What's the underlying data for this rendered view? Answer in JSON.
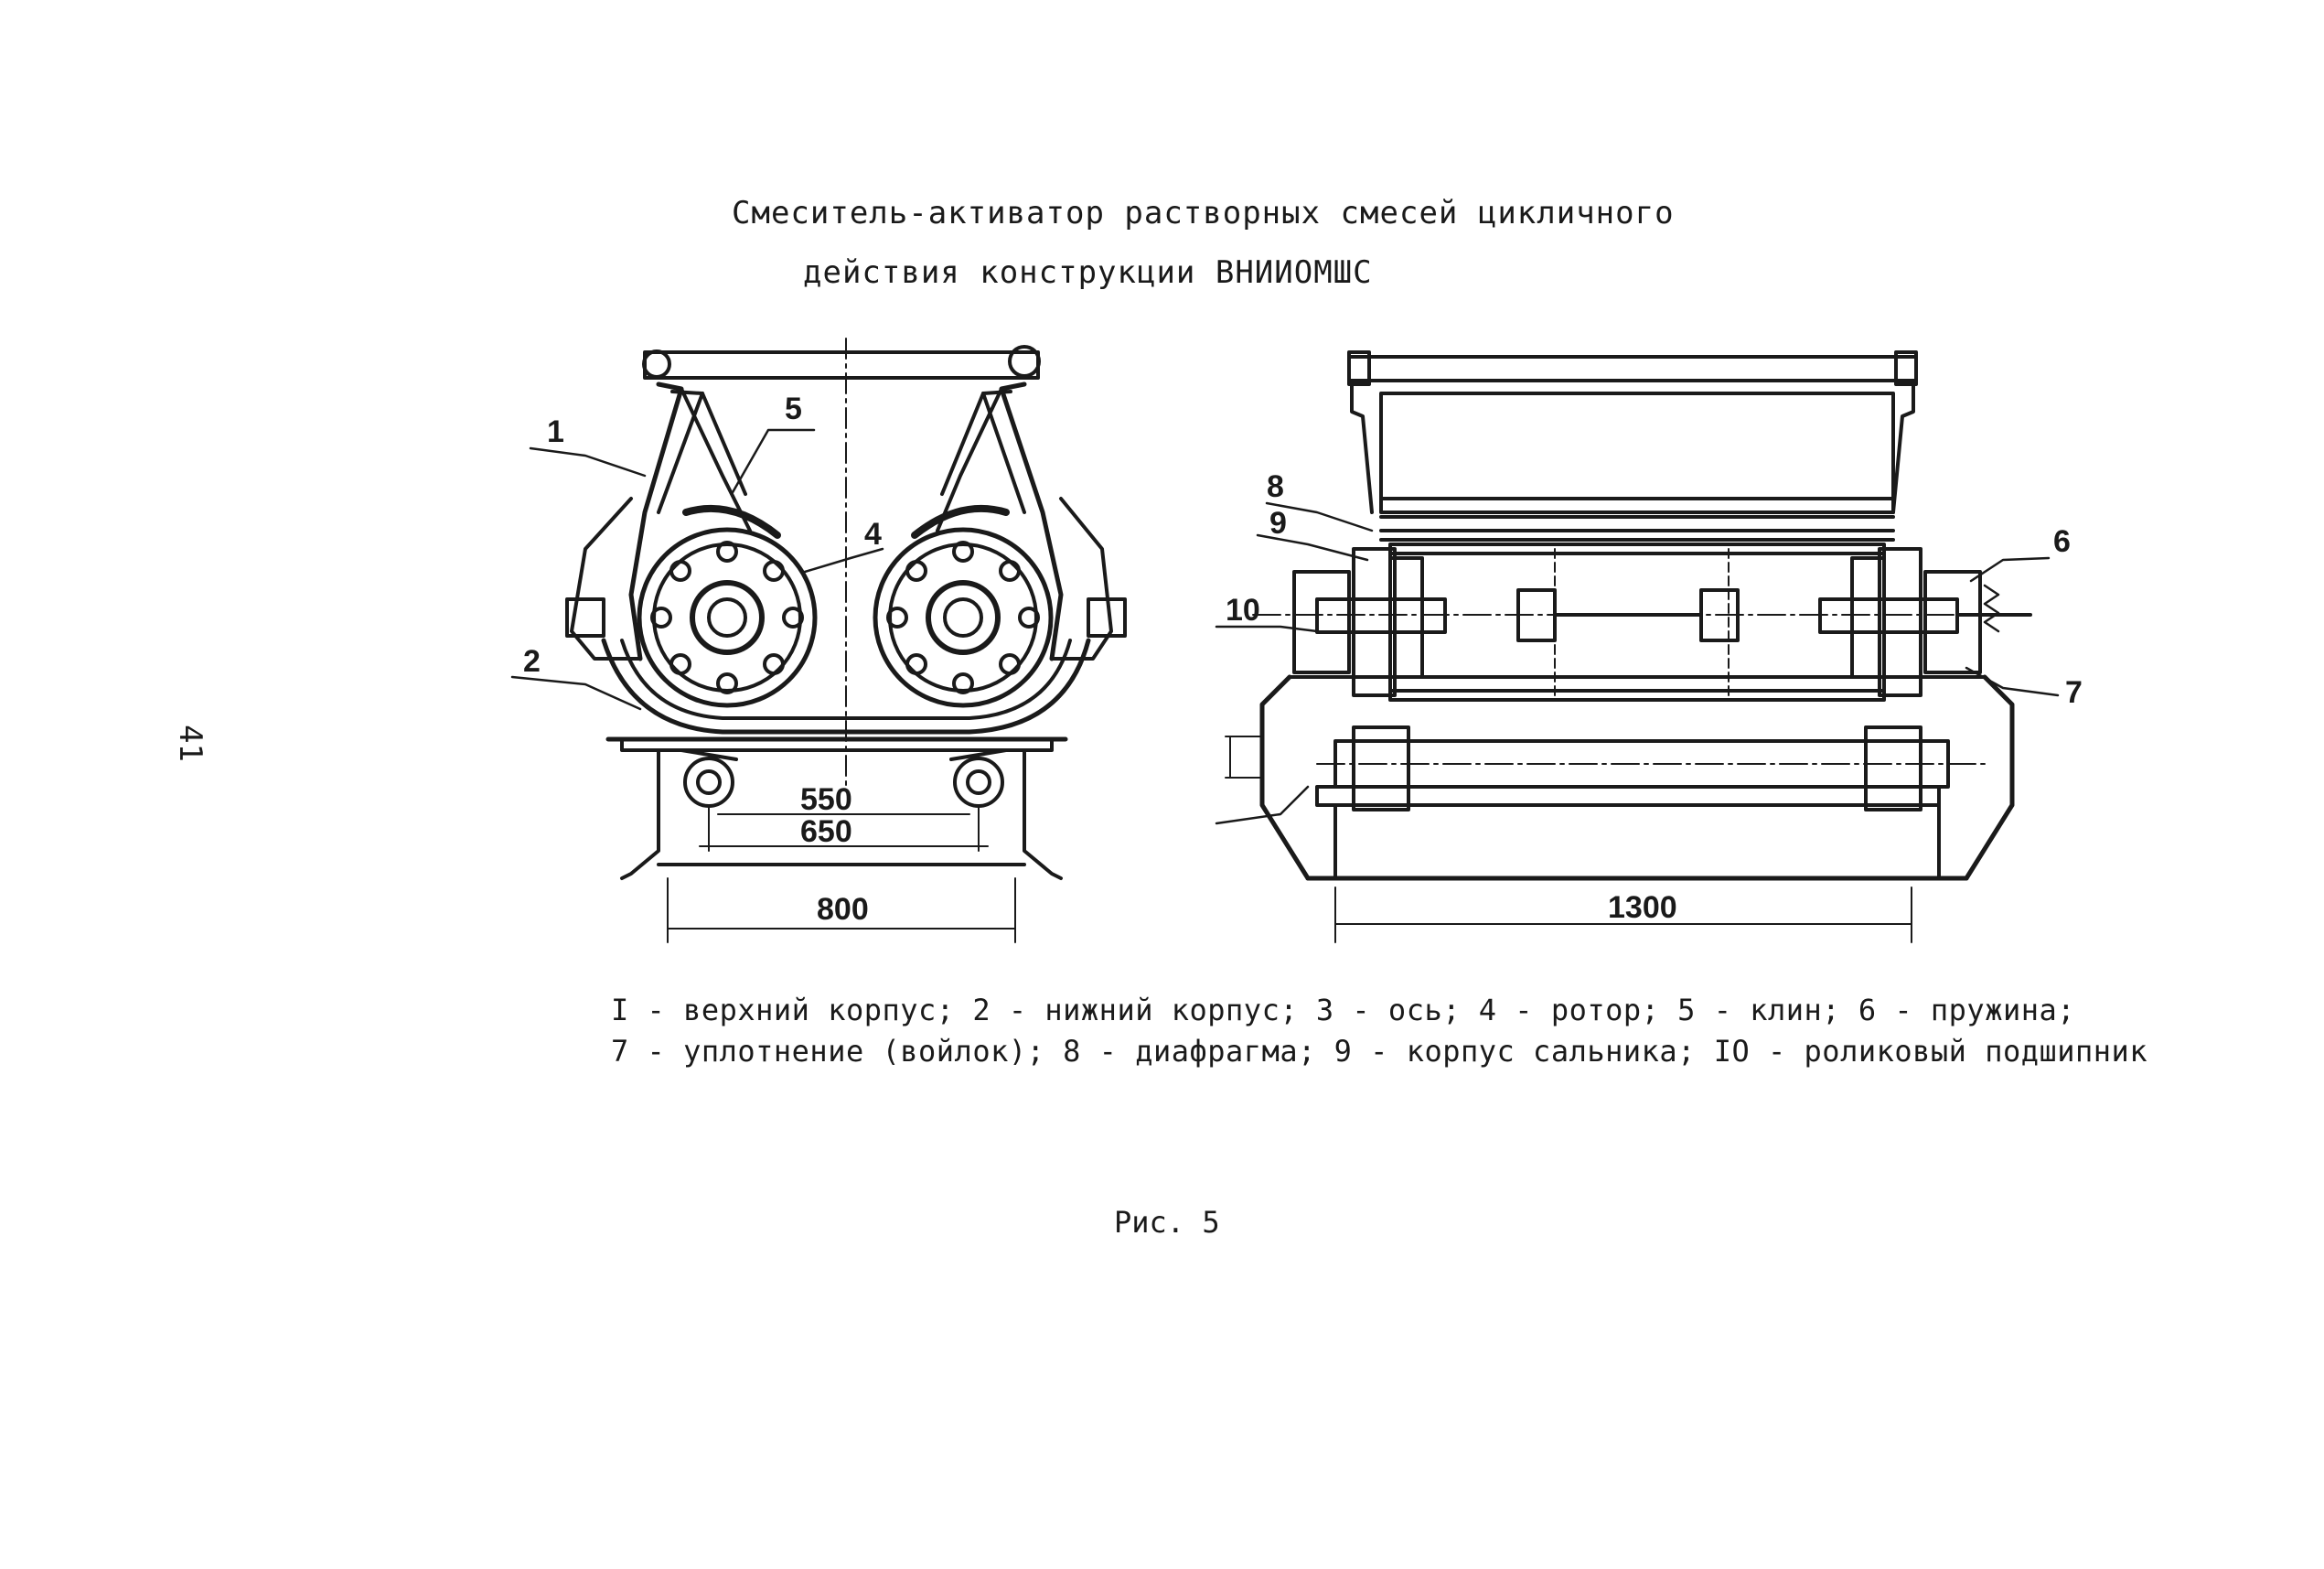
{
  "title": {
    "line1": "Смеситель-активатор растворных смесей цикличного",
    "line2": "действия конструкции ВНИИОМШС"
  },
  "page_number": "41",
  "drawing": {
    "labels": {
      "l1": "1",
      "l2": "2",
      "l4": "4",
      "l5": "5",
      "l6": "6",
      "l7": "7",
      "l8": "8",
      "l9": "9",
      "l10": "10"
    },
    "dimensions": {
      "d550": "550",
      "d650": "650",
      "d800": "800",
      "d1300": "1300"
    }
  },
  "legend": {
    "line1": "I - верхний корпус; 2 - нижний корпус; 3 - ось; 4 - ротор; 5 - клин; 6 - пружина;",
    "line2": "7 - уплотнение (войлок); 8 - диафрагма; 9 - корпус сальника; IO - роликовый подшипник"
  },
  "caption": "Рис. 5"
}
